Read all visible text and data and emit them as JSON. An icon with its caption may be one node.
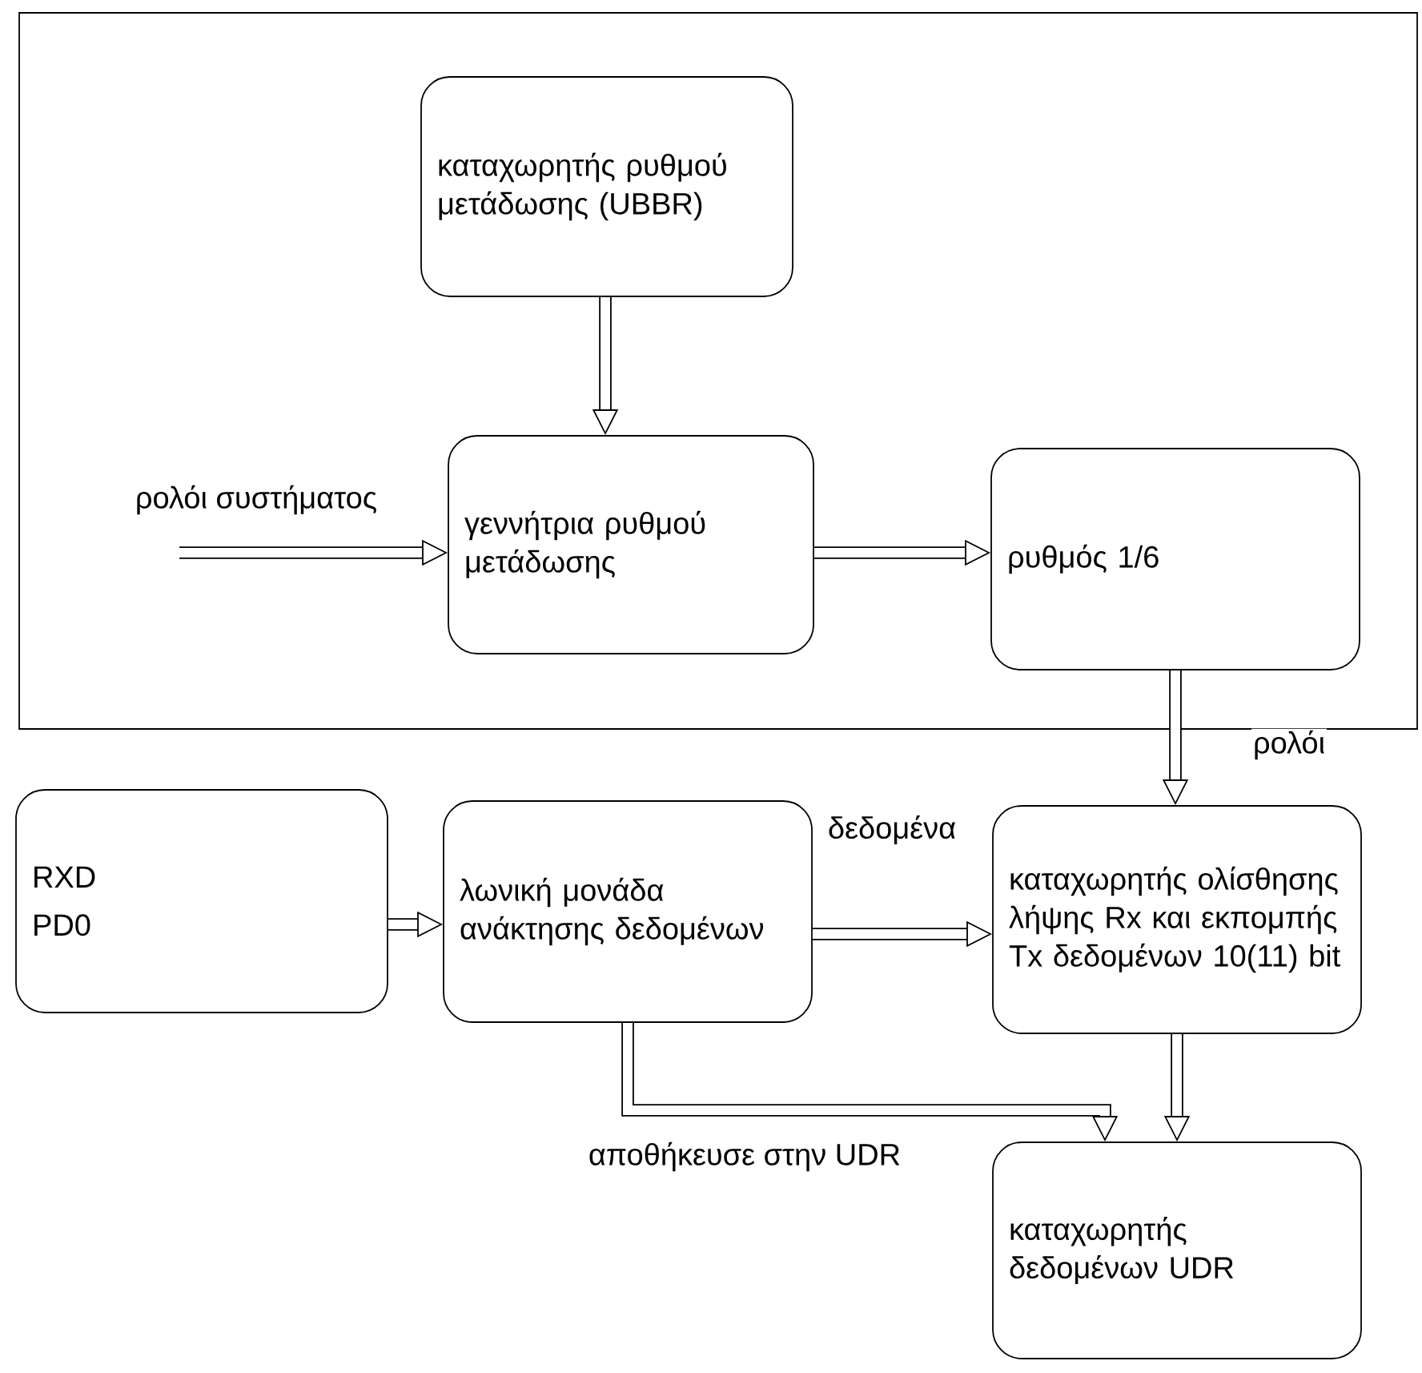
{
  "diagram": {
    "nodes": [
      {
        "text": [],
        "shape": "box"
      },
      {
        "text": [
          "καταχωρητής ρυθμού μετάδωσης (UBBR)"
        ],
        "in": 0
      },
      {
        "text": [
          "γεννήτρια ρυθμού μετάδωσης"
        ],
        "in": 0
      },
      {
        "text": [
          "ρυθμός 1/6"
        ],
        "in": 0
      },
      {
        "text": [
          "RXD",
          "PD0"
        ]
      },
      {
        "text": [
          "λωνική μονάδα ανάκτησης δεδομένων"
        ]
      },
      {
        "text": [
          "καταχωρητής ολίσθησης λήψης Rx και εκπομπής Tx δεδομένων 10(11) bit"
        ]
      },
      {
        "text": [
          "καταχωρητής δεδομένων UDR"
        ]
      }
    ],
    "edges": [
      {
        "from": 1,
        "to": 2,
        "arrow": "to"
      },
      {
        "from": null,
        "to": 2,
        "arrow": "to",
        "label": "ρολόι συστήματος"
      },
      {
        "from": 2,
        "to": 3,
        "arrow": "to"
      },
      {
        "from": 3,
        "to": 6,
        "arrow": "to",
        "label": "ρολόι"
      },
      {
        "from": 4,
        "to": 5,
        "arrow": "to"
      },
      {
        "from": 5,
        "to": 6,
        "arrow": "to",
        "label": "δεδομένα"
      },
      {
        "from": 6,
        "to": 7,
        "arrow": "to"
      },
      {
        "from": 5,
        "to": 7,
        "arrow": "to",
        "label": "αποθήκευσε στην UDR"
      }
    ]
  }
}
